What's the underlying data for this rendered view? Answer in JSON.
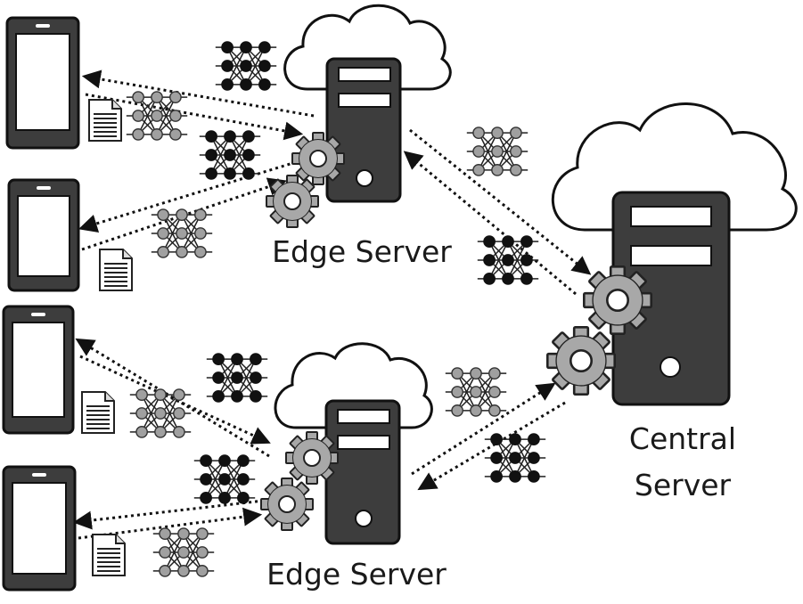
{
  "labels": {
    "edge_top": "Edge Server",
    "edge_bottom": "Edge Server",
    "central_line1": "Central",
    "central_line2": "Server"
  },
  "colors": {
    "device_body": "#3d3d3d",
    "server_body": "#3d3d3d",
    "gear_fill": "#a8a8a8",
    "global_model_node": "#111111",
    "local_model_node": "#a0a0a0",
    "arrow": "#111111"
  }
}
